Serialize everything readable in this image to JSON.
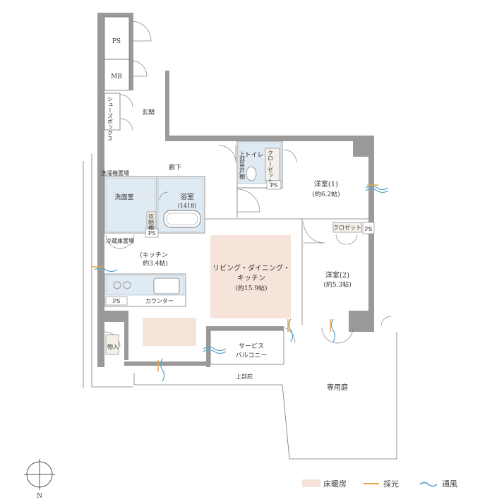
{
  "rooms": {
    "ps_top": "PS",
    "mb": "MB",
    "shoes_box": "シューズボックス",
    "entrance": "玄関",
    "hallway": "廊下",
    "washer": "洗濯機置場",
    "washroom": "洗面室",
    "storage_shelf": "収納棚",
    "ps_wash": "PS",
    "bathroom": "浴室",
    "bathroom_size": "(1418)",
    "upper_storage": "上部吊戸棚",
    "toilet": "トイレ",
    "closet_toilet": "クローゼット",
    "ps_toilet": "PS",
    "western1": "洋室(1)",
    "western1_size": "(約6.2帖)",
    "fridge": "冷蔵庫置場",
    "kitchen": "(キッチン",
    "kitchen_size": "約3.4帖)",
    "ldk_line1": "リビング・ダイニング・",
    "ldk_line2": "キッチン",
    "ldk_size": "(約15.9帖)",
    "closet2": "クロゼット",
    "ps_closet": "PS",
    "western2": "洋室(2)",
    "western2_size": "(約5.3帖)",
    "ps_kitchen": "PS",
    "counter": "カウンター",
    "storage": "物入",
    "service_balcony_1": "サービス",
    "service_balcony_2": "バルコニー",
    "upper_eave": "上部庇",
    "private_garden": "専用庭"
  },
  "compass": {
    "north": "N"
  },
  "legend": {
    "floor_heating": "床暖房",
    "daylight": "採光",
    "ventilation": "通風"
  },
  "colors": {
    "floor_heating": "#f6e4da",
    "daylight": "#e8a53a",
    "ventilation": "#5aa7c9",
    "wet_area": "#dfeaf3",
    "wall": "#9a9a9a"
  }
}
